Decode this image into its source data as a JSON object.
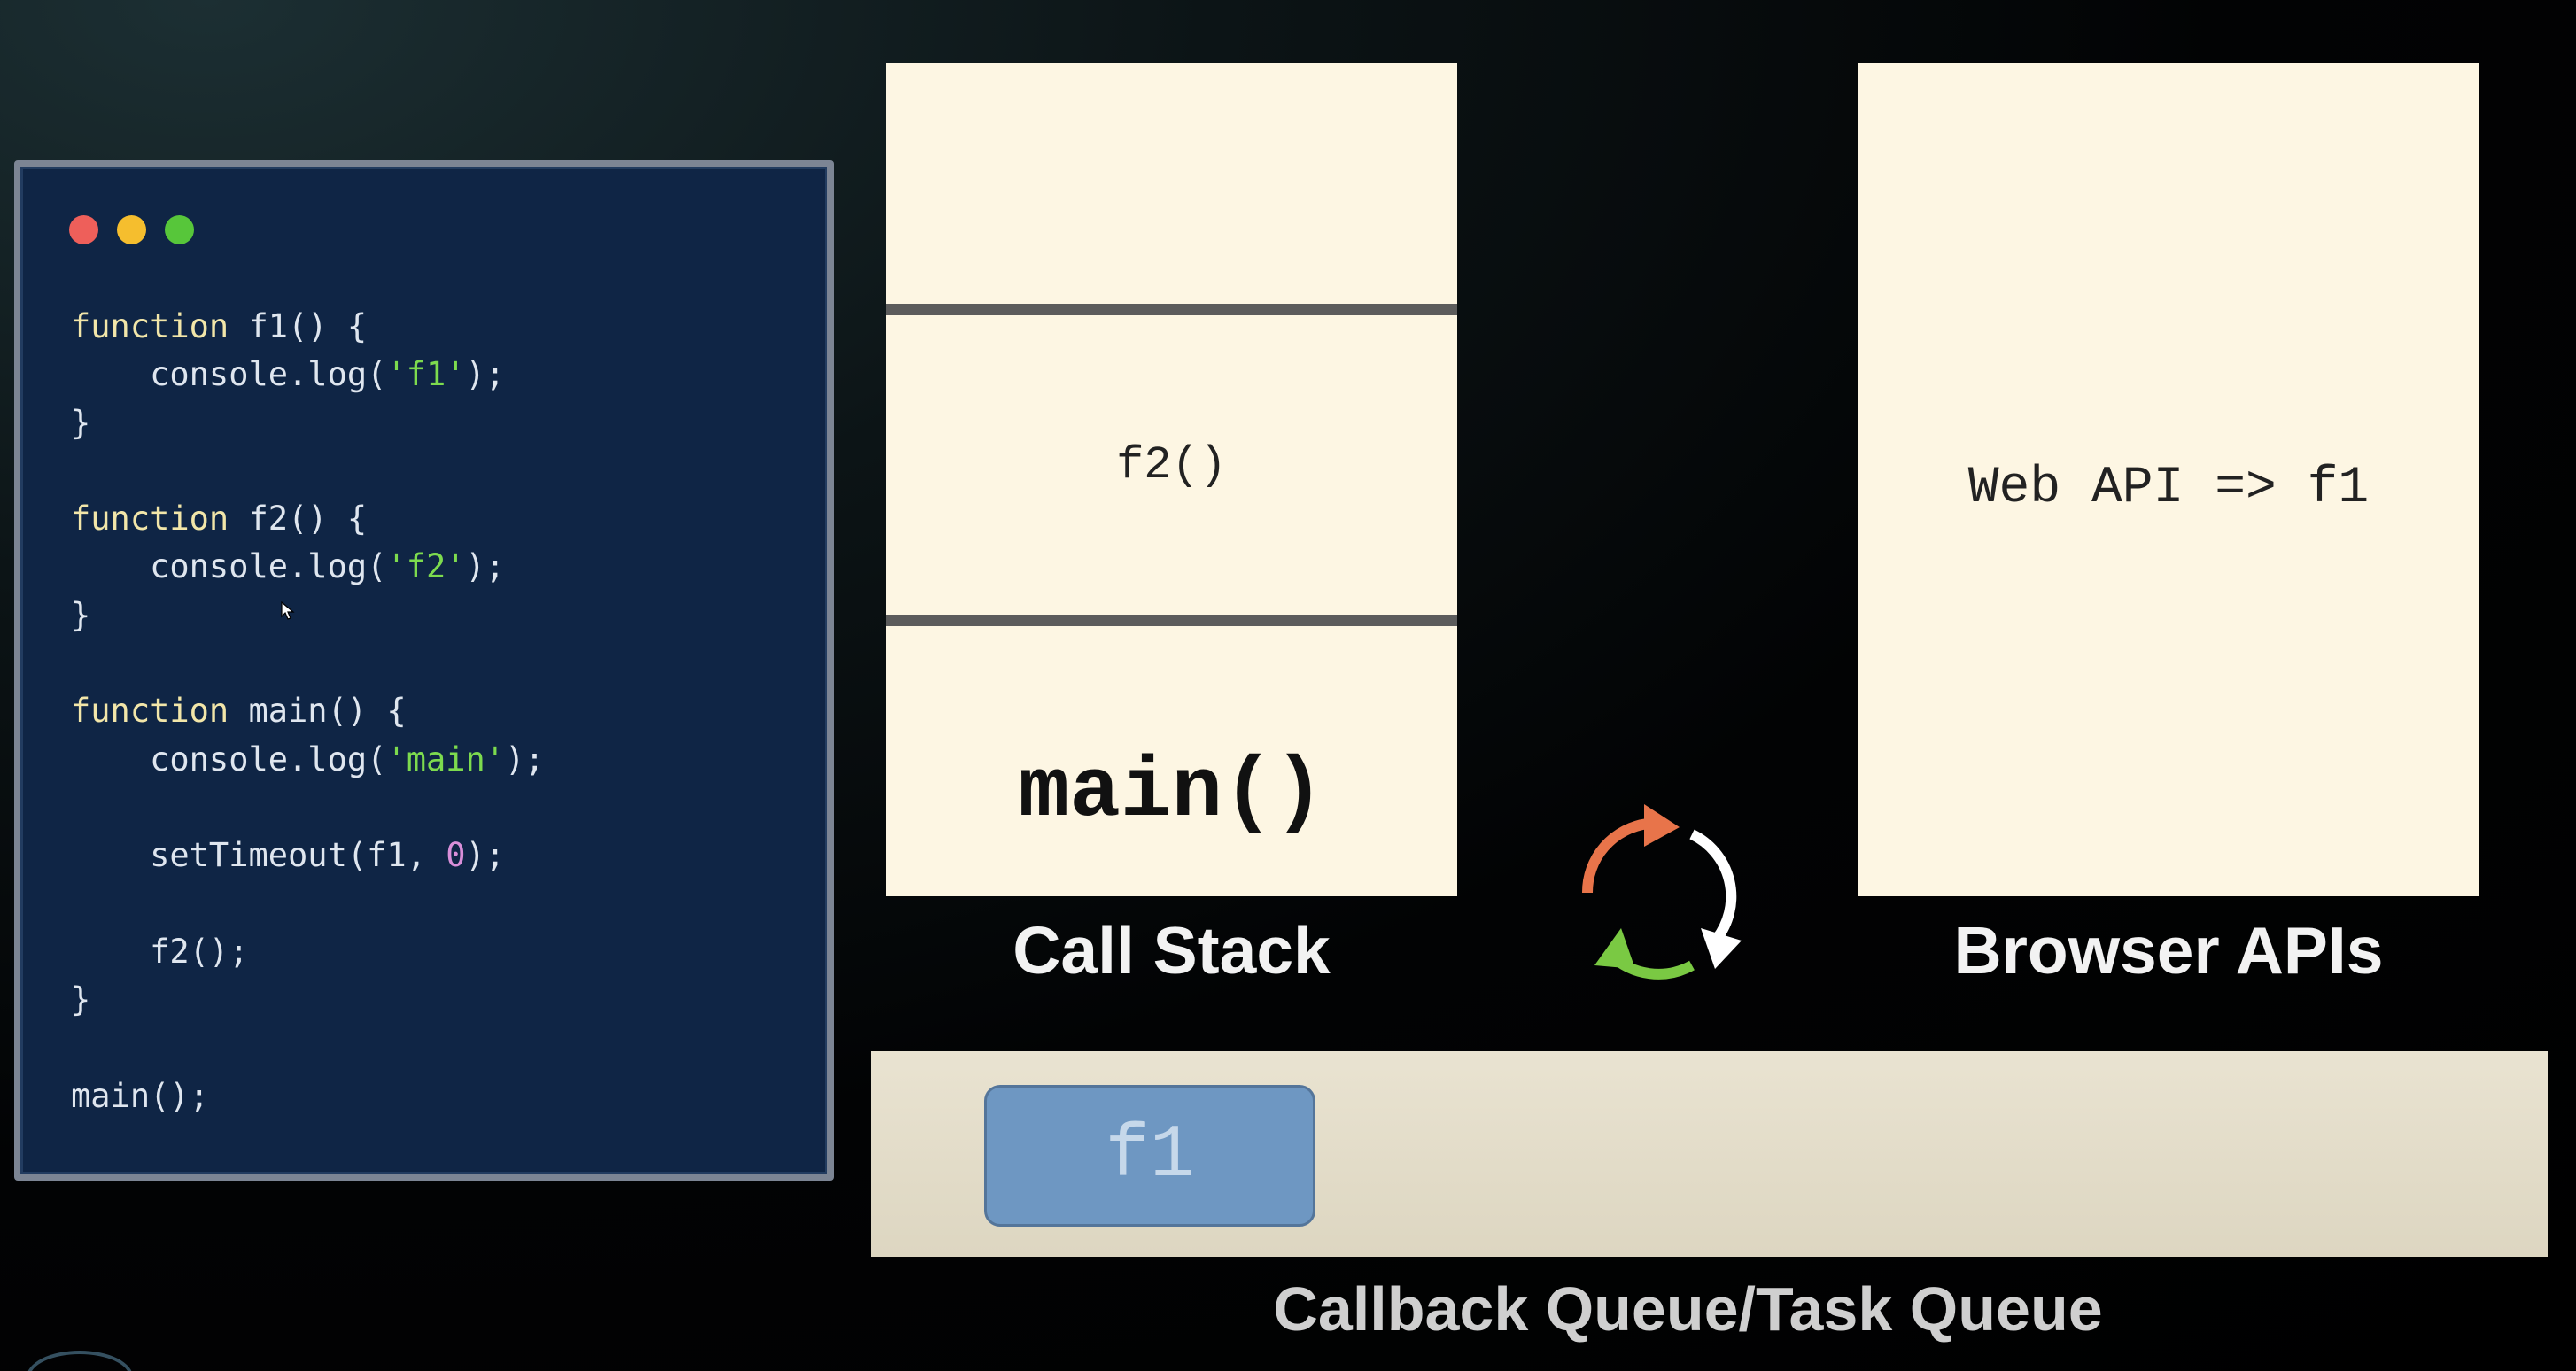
{
  "code_window": {
    "lines": [
      [
        {
          "t": "function ",
          "c": "kw"
        },
        {
          "t": "f1() {",
          "c": ""
        }
      ],
      [
        {
          "t": "    console.log(",
          "c": ""
        },
        {
          "t": "'f1'",
          "c": "str"
        },
        {
          "t": ");",
          "c": ""
        }
      ],
      [
        {
          "t": "}",
          "c": ""
        }
      ],
      [],
      [
        {
          "t": "function ",
          "c": "kw"
        },
        {
          "t": "f2() {",
          "c": ""
        }
      ],
      [
        {
          "t": "    console.log(",
          "c": ""
        },
        {
          "t": "'f2'",
          "c": "str"
        },
        {
          "t": ");",
          "c": ""
        }
      ],
      [
        {
          "t": "}",
          "c": ""
        }
      ],
      [],
      [
        {
          "t": "function ",
          "c": "kw"
        },
        {
          "t": "main() {",
          "c": ""
        }
      ],
      [
        {
          "t": "    console.log(",
          "c": ""
        },
        {
          "t": "'main'",
          "c": "str"
        },
        {
          "t": ");",
          "c": ""
        }
      ],
      [],
      [
        {
          "t": "    setTimeout(f1, ",
          "c": ""
        },
        {
          "t": "0",
          "c": "num"
        },
        {
          "t": ");",
          "c": ""
        }
      ],
      [],
      [
        {
          "t": "    f2();",
          "c": ""
        }
      ],
      [
        {
          "t": "}",
          "c": ""
        }
      ],
      [],
      [
        {
          "t": "main();",
          "c": ""
        }
      ]
    ]
  },
  "call_stack": {
    "frames": [
      "",
      "f2()",
      "main()"
    ],
    "title": "Call Stack"
  },
  "browser_apis": {
    "content": "Web API => f1",
    "title": "Browser APIs"
  },
  "callback_queue": {
    "items": [
      "f1"
    ],
    "title": "Callback Queue/Task Queue"
  },
  "colors": {
    "window_red": "#ee5f5a",
    "window_yellow": "#f5be2e",
    "window_green": "#57c63a",
    "keyword": "#f2e6a9",
    "string": "#7ddb4e",
    "number": "#d98fd9",
    "panel_bg": "#fdf6e3",
    "queue_item": "#6e97c2",
    "loop_orange": "#e8744a",
    "loop_white": "#ffffff",
    "loop_green": "#7ac943"
  }
}
